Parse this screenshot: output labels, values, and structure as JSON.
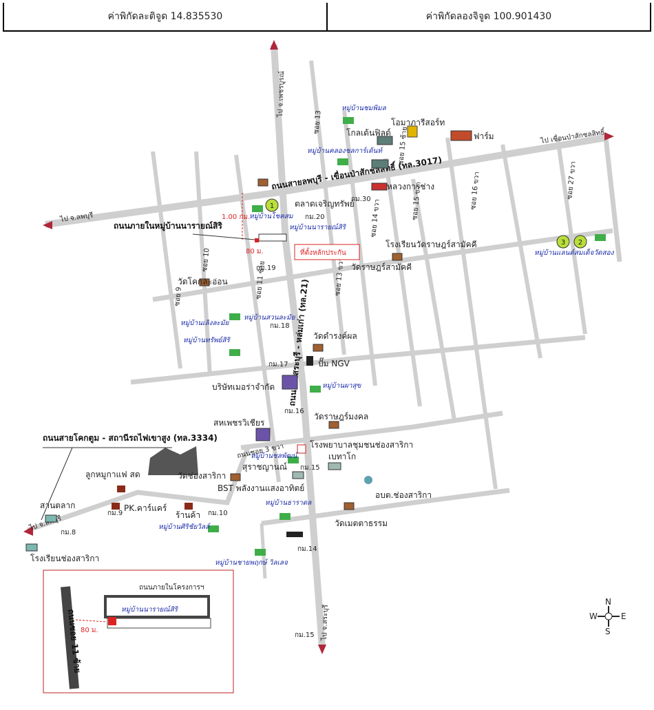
{
  "header": {
    "latitude_label": "ค่าพิกัดละติจูด 14.835530",
    "longitude_label": "ค่าพิกัดลองจิจูด 100.901430"
  },
  "roads": {
    "main_h": "ถนนสายลพบุรี - เขื่อนป่าสักชลสิทธิ์ (ทล.3017)",
    "main_v": "ถนนสายสระบุรี - หล่มเก่า (ทล.21)",
    "village_road": "ถนนภายในหมู่บ้านนารายณ์สิริ",
    "khok_road": "ถนนสายโคกตูม - สถานีรถไฟเขาสูง (ทล.3334)",
    "soi_10": "ซอย 10",
    "soi_9": "ซอย 9",
    "soi_11": "ซอย 11 ซ้าย",
    "soi_13": "ซอย 13",
    "soi_13_right": "ซอย 13 ขวา",
    "soi_14": "ซอย 14 ขวา",
    "soi_15_left": "ซอย 15 ซ้าย",
    "soi_15_right": "ซอย 15 ขวา",
    "soi_16": "ซอย 16 ขวา",
    "soi_27": "ซอย 27 ขวา",
    "soi_3": "ถนนซอย 3 ขวา"
  },
  "directions": {
    "to_phetchabun": "ไป จ.เพชรบูรณ์",
    "to_lopburi": "ไป จ.ลพบุรี",
    "to_dam": "ไป เขื่อนป่าสักชลสิทธิ์",
    "to_saraburi": "ไป จ.สระบุรี",
    "to_lopburi2": "ไป จ.ลพบุรี"
  },
  "landmarks": {
    "villa_kaew": "หมู่บ้านชมพิมล",
    "obam_resort": "โอมาภารีสอร์ท",
    "golden_field": "โกลเด้นฟิลด์",
    "farm": "ฟาร์ม",
    "village_naksat": "หมู่บ้านคลองชลการ์เด้นท์",
    "luang_kan_chang": "หลวงการช่าง",
    "km30": "กม.30",
    "talad_charoen": "ตลาดเจริญทรัพย์",
    "km20": "กม.20",
    "village_sukcharoen": "หมู่บ้านโชคสม",
    "village_naraisiri_top": "หมู่บ้านนารายณ์สิริ",
    "school_wat": "โรงเรียนวัดราษฎร์สามัคคี",
    "wat_rat": "วัดราษฎร์สามัคคี",
    "km19": "กม.19",
    "wat_khok": "วัดโคกละอ่อน",
    "village_lerng": "หมู่บ้านเลิงละมัย",
    "village_suan": "หมู่บ้านสวนละมัย",
    "km18": "กม.18",
    "village_sapsiri": "หมู่บ้านทรัพย์สิริ",
    "wat_damrong": "วัดดำรงค์ผล",
    "km17": "กม.17",
    "pump_ngv": "ปั๊ม NGV",
    "company": "บริษัทเมอร่าจำกัด",
    "village_pasuk": "หมู่บ้านผาสุข",
    "km16": "กม.16",
    "wat_rat_mongkol": "วัดราษฎร์มงคล",
    "saha_phet": "สหเพชรวิเชียร",
    "hospital": "โรงพยาบาลชุมชนช่องสาริกา",
    "village_chonpattana": "หมู่บ้านชลพัฒน์",
    "phe_hako": "เบทาโก",
    "saraban": "สุราชญานณ์",
    "km15": "กม.15",
    "wat_chong": "วัดช่องสาริกา",
    "bst": "BST พลังงานแสงอาทิตย์",
    "village_thara": "หมู่บ้านธาราดล",
    "obt": "อบต.ช่องสาริกา",
    "wat_metta": "วัดเมตตาธรรม",
    "km14": "กม.14",
    "village_chaisit": "หมู่บ้านศิริชัยวิลล์",
    "village_chaiyaphruek": "หมู่บ้านชายพฤกษ์ วิลเลจ",
    "km10": "กม.10",
    "ran_kha": "ร้านค้า",
    "pk_cafe": "PK.คาร์แคร์",
    "km9": "กม.9",
    "cafe": "ลูกหมูกาแฟ สด",
    "san_lak": "สานตลาก",
    "km8": "กม.8",
    "school": "โรงเรียนช่องสาริกา",
    "village_naraisiri_right": "หมู่บ้านแลนด์สมเด็จวัดสอง",
    "km15_bottom": "กม.15",
    "target": "ที่ตั้งหลักประกัน",
    "dist_1": "1.00 กม.",
    "dist_80": "80 ม."
  },
  "inset": {
    "road_label": "ถนนภายในโครงการฯ",
    "village": "หมู่บ้านนารายณ์สิริ",
    "soi": "ถนนซอย 11 ซ้าย",
    "dist": "80 ม."
  },
  "markers": [
    "1",
    "2",
    "3"
  ],
  "compass": {
    "n": "N",
    "s": "S",
    "e": "E",
    "w": "W"
  }
}
